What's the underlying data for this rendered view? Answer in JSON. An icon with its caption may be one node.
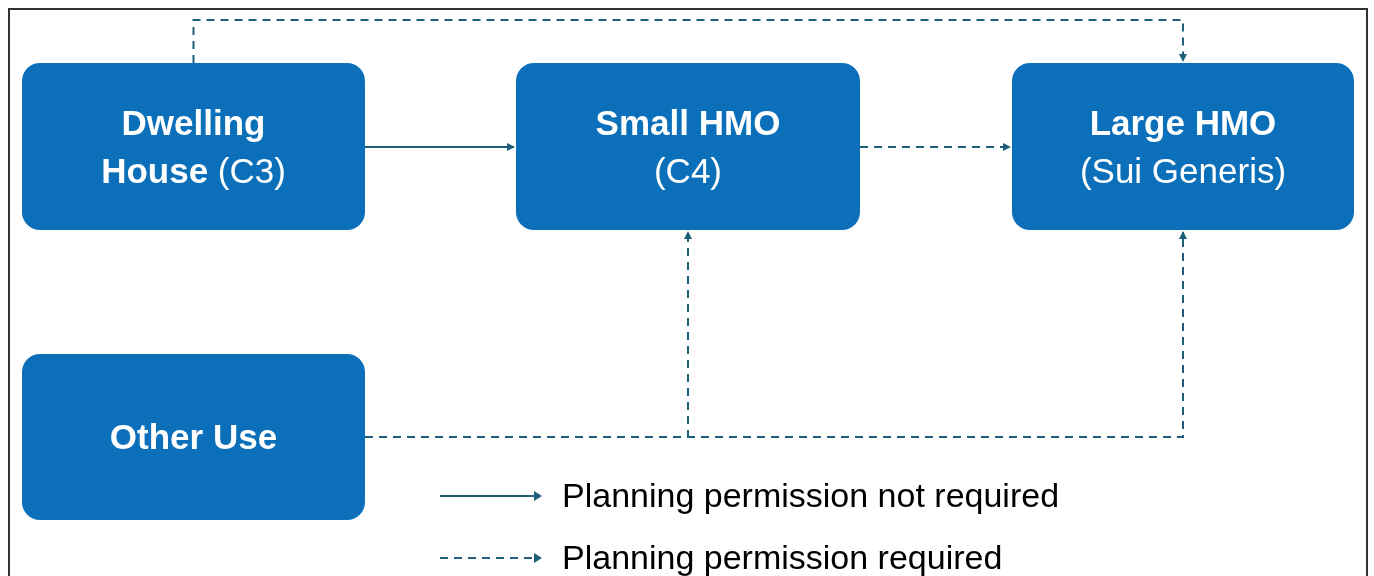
{
  "diagram": {
    "nodes": [
      {
        "text": [
          "**Dwelling House** (C3)"
        ]
      },
      {
        "text": [
          "Small HMO",
          "(C4)"
        ]
      },
      {
        "text": [
          "Large HMO",
          "(Sui Generis)"
        ]
      },
      {
        "text": [
          "Other Use"
        ]
      }
    ],
    "edges": [
      {
        "from": 0,
        "to": 1,
        "arrow": "to"
      },
      {
        "from": 1,
        "to": 2,
        "arrow": "to",
        "style": "dashed"
      },
      {
        "from": 0,
        "to": 2,
        "arrow": "to",
        "style": "dashed"
      },
      {
        "from": 3,
        "to": 1,
        "arrow": "to",
        "style": "dashed"
      },
      {
        "from": 3,
        "to": 2,
        "arrow": "to",
        "style": "dashed"
      }
    ],
    "legend": [
      {
        "text": "Planning permission not required"
      },
      {
        "text": "Planning permission required"
      }
    ]
  }
}
